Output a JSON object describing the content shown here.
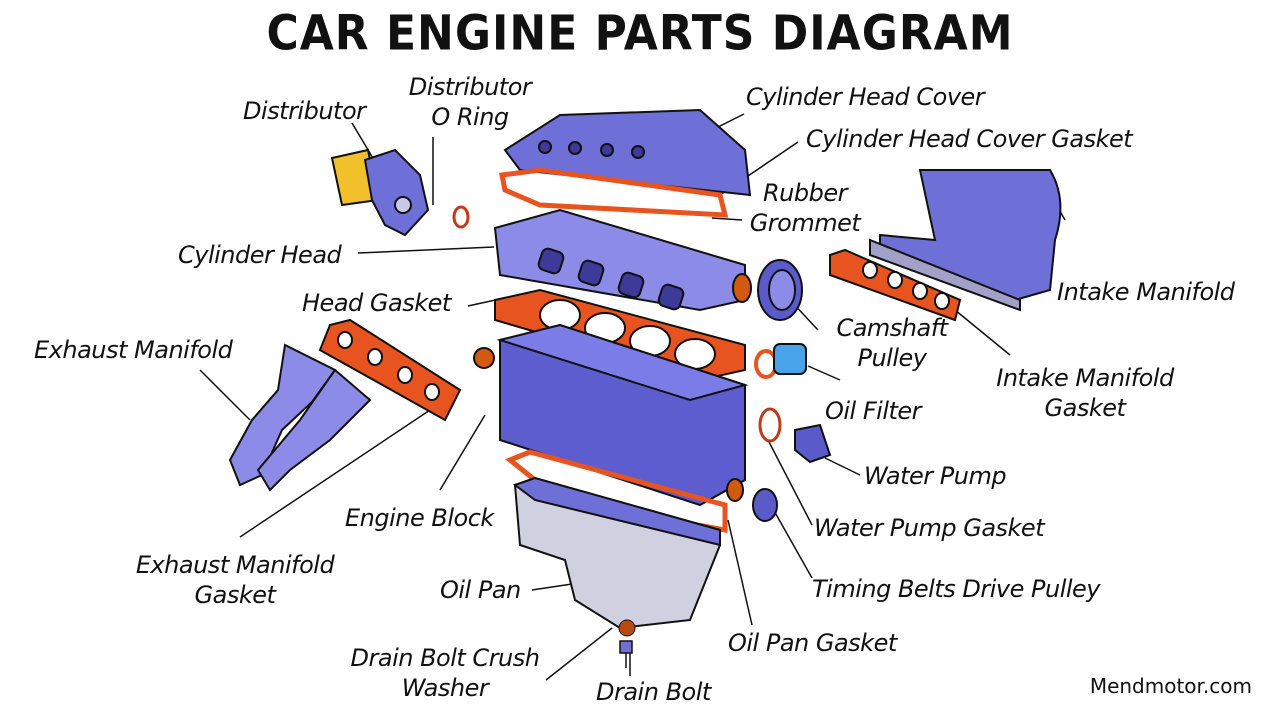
{
  "title": "CAR ENGINE PARTS DIAGRAM",
  "credit": "Mendmotor.com",
  "colors": {
    "metal_blue": "#6f6fd8",
    "metal_dark": "#3d3a9a",
    "gasket_orange": "#e8541f",
    "filter_blue": "#4aa2e8",
    "distributor_yellow": "#f2c02b",
    "outline": "#111111"
  },
  "labels": {
    "distributor": "Distributor",
    "distributor_o_ring_1": "Distributor",
    "distributor_o_ring_2": "O Ring",
    "cylinder_head_cover": "Cylinder Head Cover",
    "cylinder_head_cover_gasket": "Cylinder Head Cover Gasket",
    "rubber_grommet_1": "Rubber",
    "rubber_grommet_2": "Grommet",
    "cylinder_head": "Cylinder Head",
    "intake_manifold": "Intake Manifold",
    "head_gasket": "Head Gasket",
    "camshaft_pulley_1": "Camshaft",
    "camshaft_pulley_2": "Pulley",
    "exhaust_manifold": "Exhaust Manifold",
    "intake_manifold_gasket_1": "Intake Manifold",
    "intake_manifold_gasket_2": "Gasket",
    "oil_filter": "Oil Filter",
    "water_pump": "Water Pump",
    "engine_block": "Engine Block",
    "water_pump_gasket": "Water Pump Gasket",
    "exhaust_manifold_gasket_1": "Exhaust Manifold",
    "exhaust_manifold_gasket_2": "Gasket",
    "oil_pan": "Oil Pan",
    "timing_belts_drive_pulley": "Timing Belts Drive Pulley",
    "oil_pan_gasket": "Oil Pan Gasket",
    "drain_bolt_crush_washer_1": "Drain Bolt Crush",
    "drain_bolt_crush_washer_2": "Washer",
    "drain_bolt": "Drain Bolt"
  }
}
